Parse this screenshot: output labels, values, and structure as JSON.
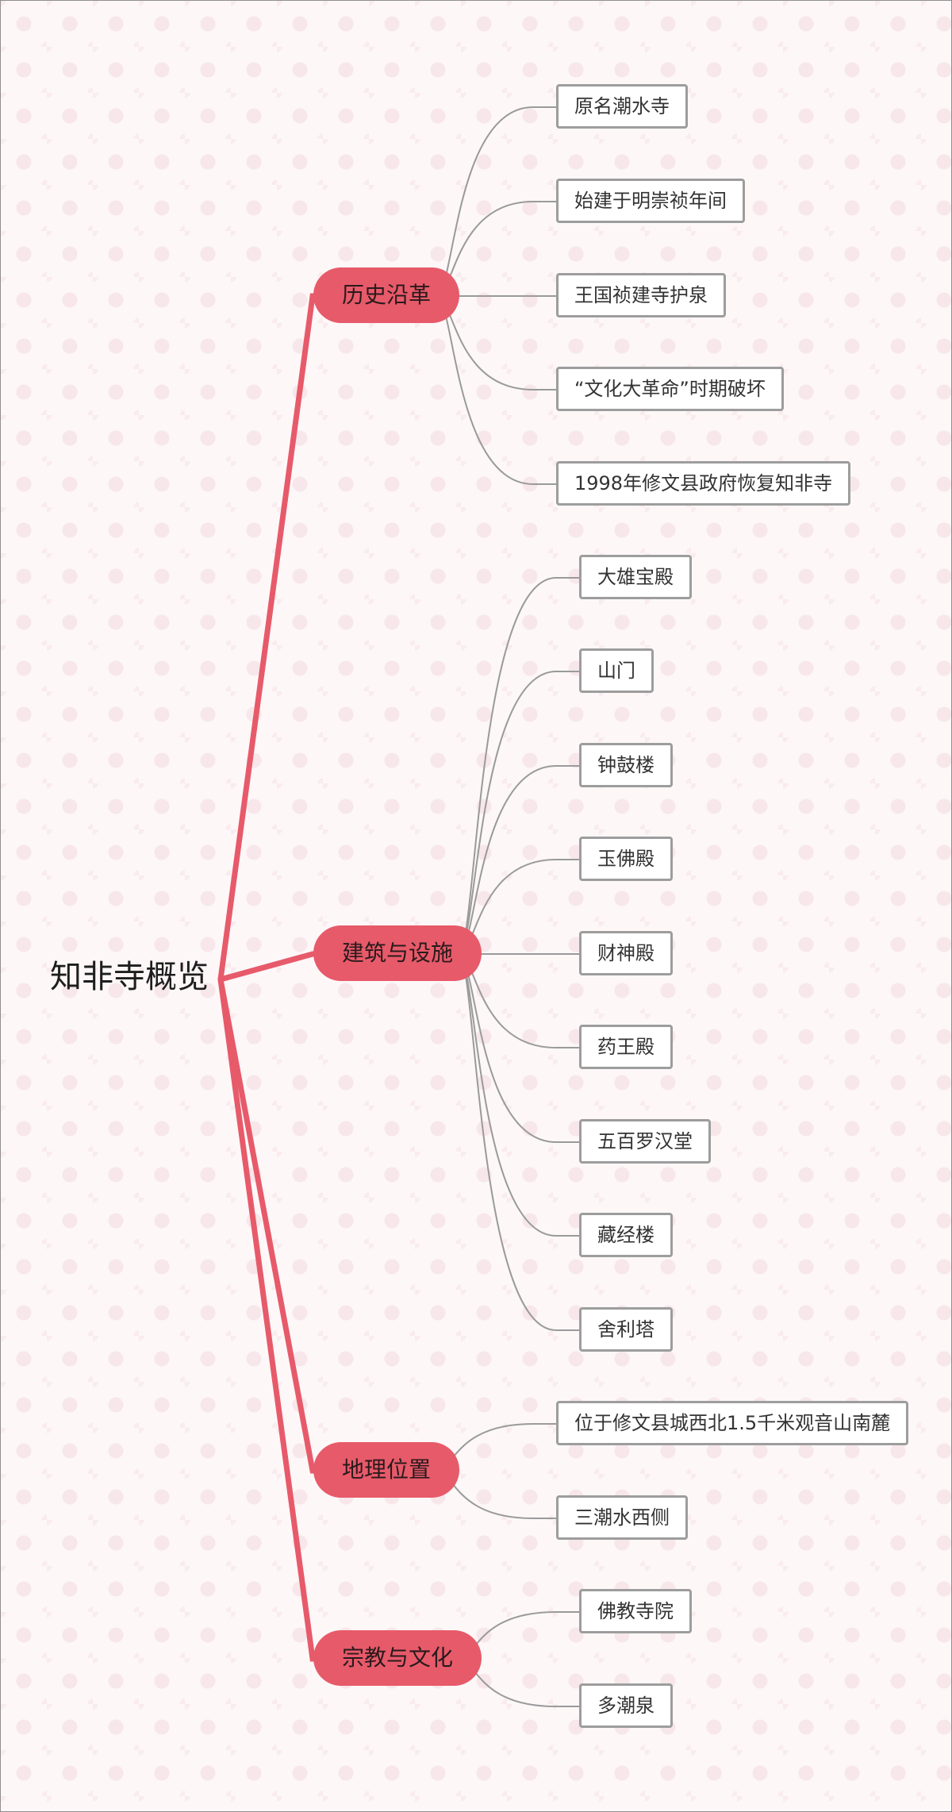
{
  "colors": {
    "branch": "#e75a6a",
    "leaf_border": "#9d9d9d",
    "leaf_link": "#9a9a9a"
  },
  "root": {
    "label": "知非寺概览"
  },
  "branches": [
    {
      "label": "历史沿革",
      "children": [
        "原名潮水寺",
        "始建于明崇祯年间",
        "王国祯建寺护泉",
        "“文化大革命”时期破坏",
        "1998年修文县政府恢复知非寺"
      ]
    },
    {
      "label": "建筑与设施",
      "children": [
        "大雄宝殿",
        "山门",
        "钟鼓楼",
        "玉佛殿",
        "财神殿",
        "药王殿",
        "五百罗汉堂",
        "藏经楼",
        "舍利塔"
      ]
    },
    {
      "label": "地理位置",
      "children": [
        "位于修文县城西北1.5千米观音山南麓",
        "三潮水西侧"
      ]
    },
    {
      "label": "宗教与文化",
      "children": [
        "佛教寺院",
        "多潮泉"
      ]
    }
  ]
}
